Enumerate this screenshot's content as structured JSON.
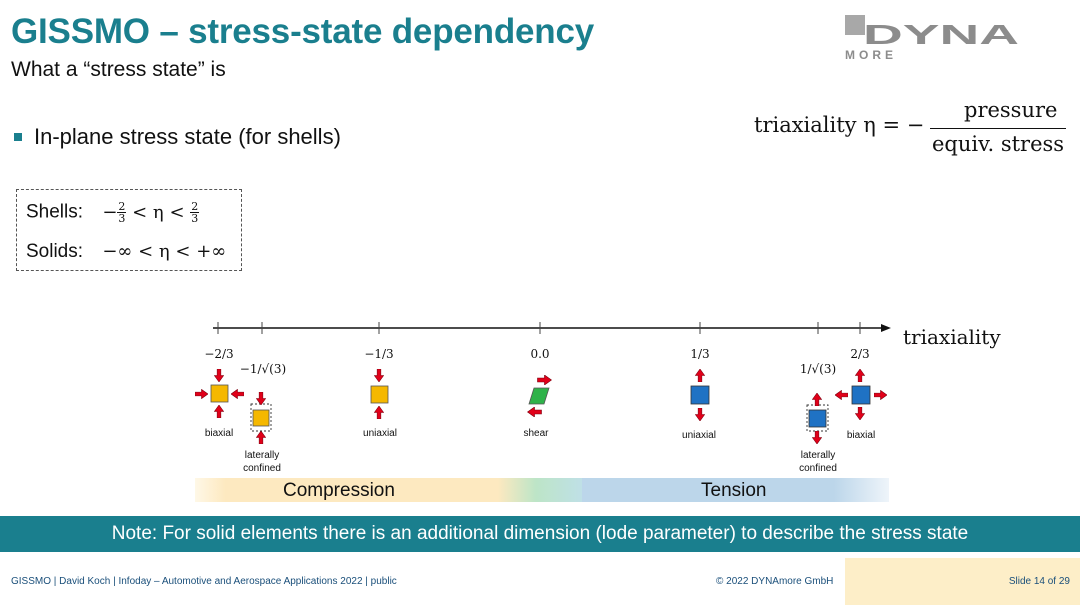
{
  "header": {
    "title": "GISSMO – stress-state dependency",
    "subtitle": "What a “stress state” is"
  },
  "logo": {
    "line1": "DYNA",
    "line2": "MORE"
  },
  "bullet": {
    "text": "In-plane stress state (for shells)"
  },
  "formula": {
    "lhs": "triaxiality η = −",
    "numerator": "pressure",
    "denominator": "equiv. stress"
  },
  "range_box": {
    "shells_label": "Shells:",
    "shells_expr": {
      "left_sign": "−",
      "frac_num": "2",
      "frac_den": "3",
      "mid": " < η < "
    },
    "solids_label": "Solids:",
    "solids_expr": "−∞ < η < +∞"
  },
  "axis": {
    "label": "triaxiality",
    "ticks": [
      "−2/3",
      "−1/√(3)",
      "−1/3",
      "0.0",
      "1/3",
      "1/√(3)",
      "2/3"
    ]
  },
  "states": {
    "biaxial_comp": "biaxial",
    "laterally_confined_comp": "laterally confined",
    "uniaxial_comp": "uniaxial",
    "shear": "shear",
    "uniaxial_tens": "uniaxial",
    "laterally_confined_tens": "laterally confined",
    "biaxial_tens": "biaxial"
  },
  "bands": {
    "compression": "Compression",
    "tension": "Tension"
  },
  "note": "Note: For solid elements there is an additional dimension (lode parameter) to describe the stress state",
  "footer": {
    "left": "GISSMO | David Koch | Infoday – Automotive and Aerospace Applications 2022 | public",
    "center": "© 2022 DYNAmore GmbH",
    "right": "Slide 14 of 29"
  },
  "colors": {
    "accent": "#1a7f8e",
    "compression_square": "#f5b800",
    "tension_square": "#1f72c4",
    "shear_square": "#2fb24a",
    "arrow": "#e10019"
  }
}
